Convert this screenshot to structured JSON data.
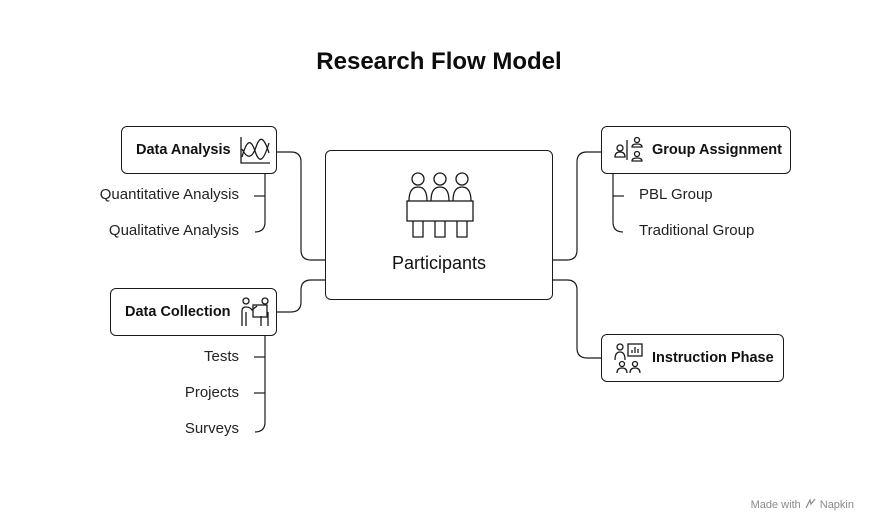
{
  "title": "Research Flow Model",
  "center": {
    "label": "Participants",
    "icon": "meeting-people-icon"
  },
  "branches": {
    "data_analysis": {
      "label": "Data Analysis",
      "icon": "wave-chart-icon",
      "items": [
        "Quantitative Analysis",
        "Qualitative Analysis"
      ]
    },
    "data_collection": {
      "label": "Data Collection",
      "icon": "presenter-board-icon",
      "items": [
        "Tests",
        "Projects",
        "Surveys"
      ]
    },
    "group_assignment": {
      "label": "Group Assignment",
      "icon": "people-split-icon",
      "items": [
        "PBL Group",
        "Traditional Group"
      ]
    },
    "instruction_phase": {
      "label": "Instruction Phase",
      "icon": "teacher-audience-icon",
      "items": []
    }
  },
  "watermark": {
    "prefix": "Made with",
    "brand": "Napkin"
  }
}
